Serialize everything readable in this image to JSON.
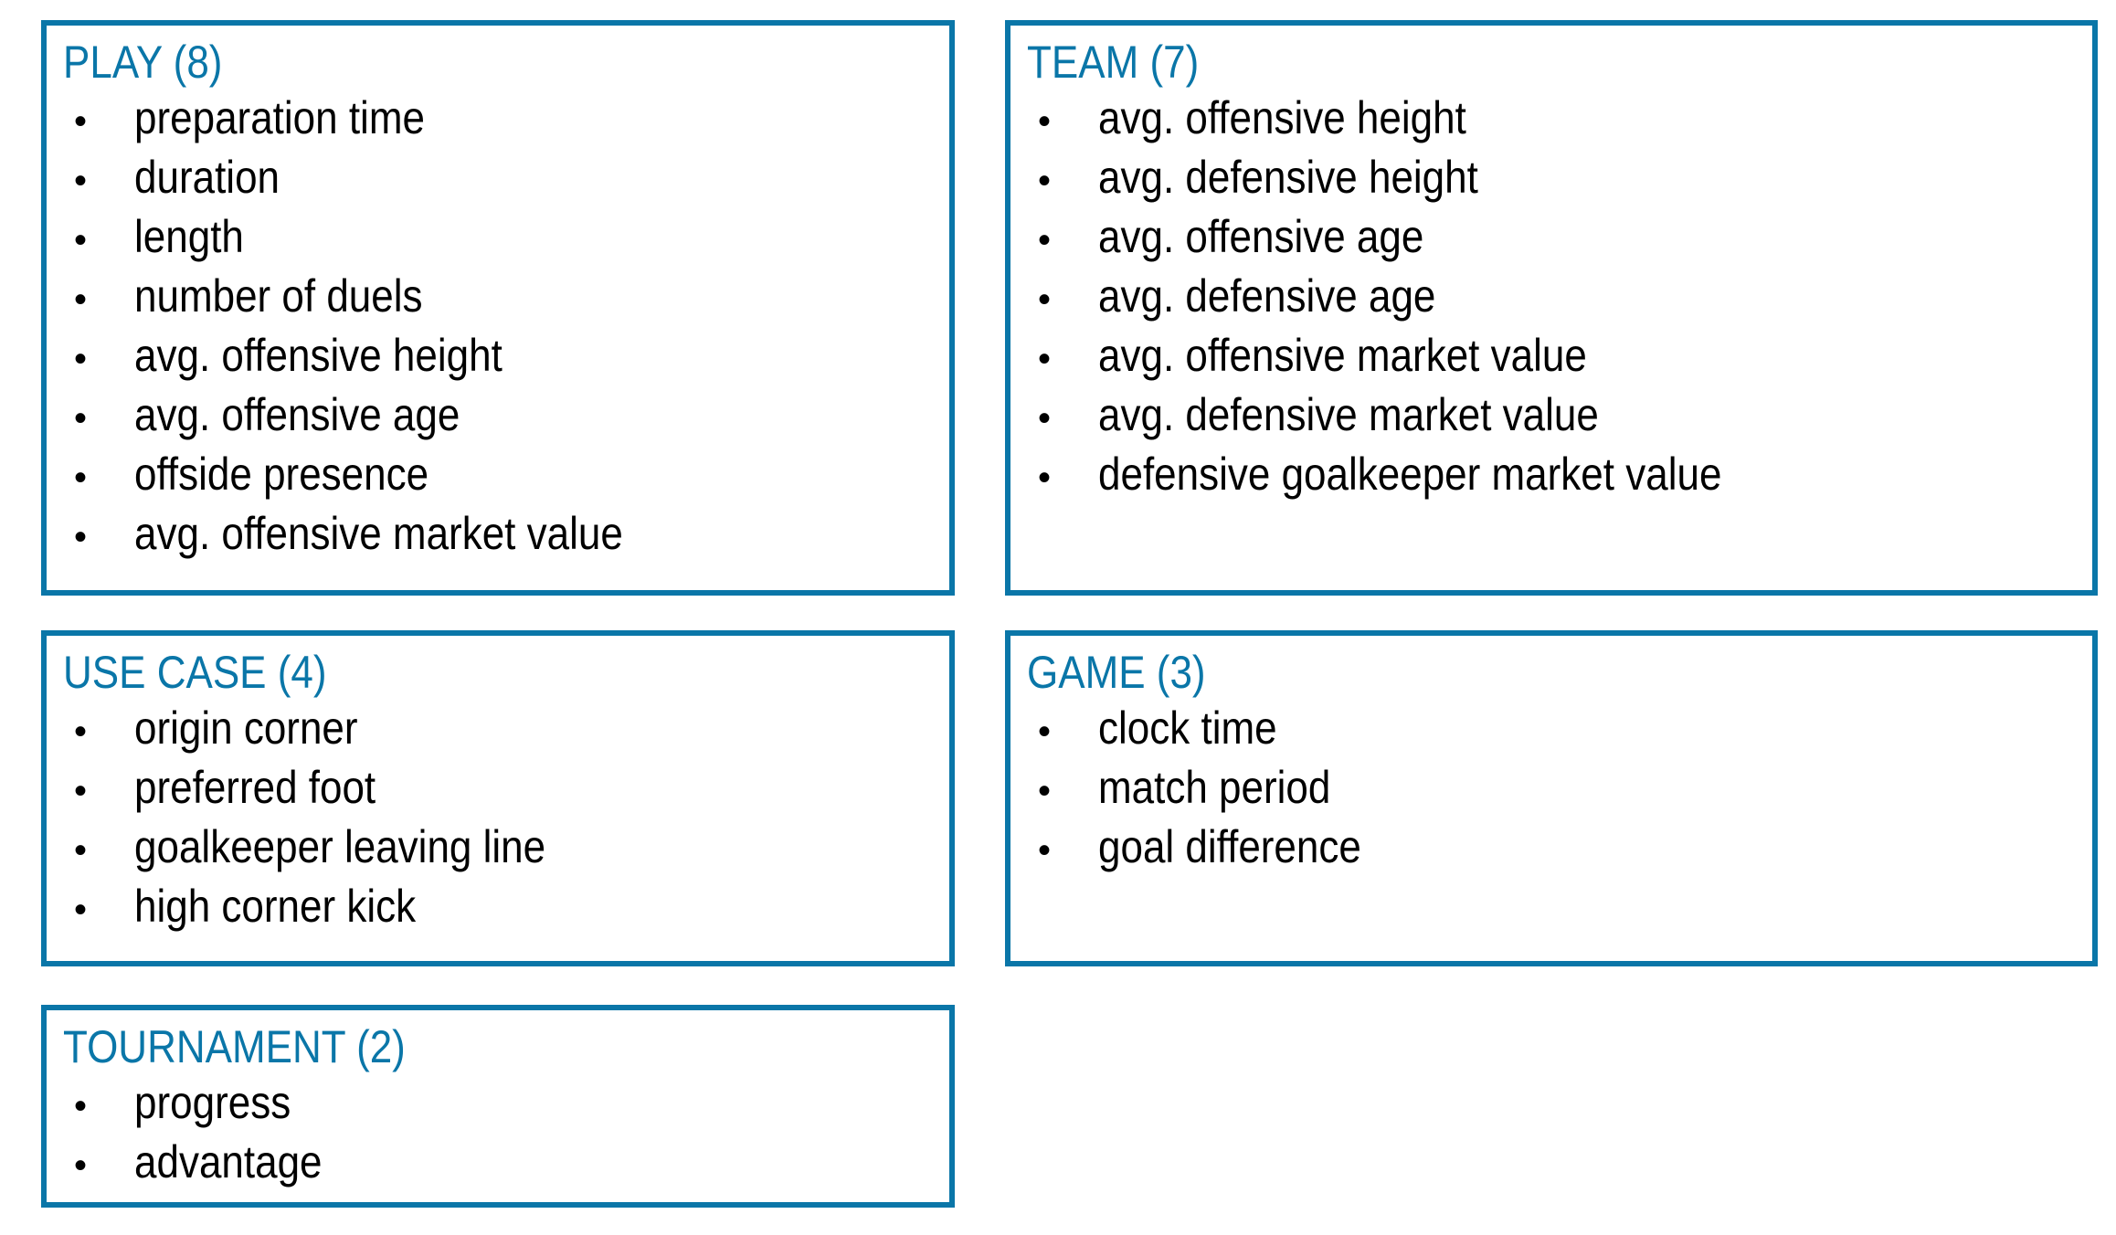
{
  "theme": {
    "accent_color": "#0a76a8",
    "text_color": "#000000",
    "background_color": "#ffffff",
    "bullet_glyph": "•"
  },
  "boxes": [
    {
      "id": "play",
      "title": "PLAY (8)",
      "count": 8,
      "items": [
        "preparation time",
        "duration",
        "length",
        "number of duels",
        "avg. offensive height",
        "avg. offensive age",
        "offside presence",
        "avg. offensive market value"
      ]
    },
    {
      "id": "team",
      "title": "TEAM (7)",
      "count": 7,
      "items": [
        "avg. offensive height",
        "avg. defensive height",
        "avg. offensive age",
        "avg. defensive age",
        "avg. offensive market value",
        "avg. defensive market value",
        "defensive goalkeeper market value"
      ]
    },
    {
      "id": "usecase",
      "title": "USE CASE (4)",
      "count": 4,
      "items": [
        "origin corner",
        "preferred foot",
        "goalkeeper leaving line",
        "high corner kick"
      ]
    },
    {
      "id": "game",
      "title": "GAME (3)",
      "count": 3,
      "items": [
        "clock time",
        "match period",
        "goal difference"
      ]
    },
    {
      "id": "tournament",
      "title": "TOURNAMENT (2)",
      "count": 2,
      "items": [
        "progress",
        "advantage"
      ]
    }
  ]
}
